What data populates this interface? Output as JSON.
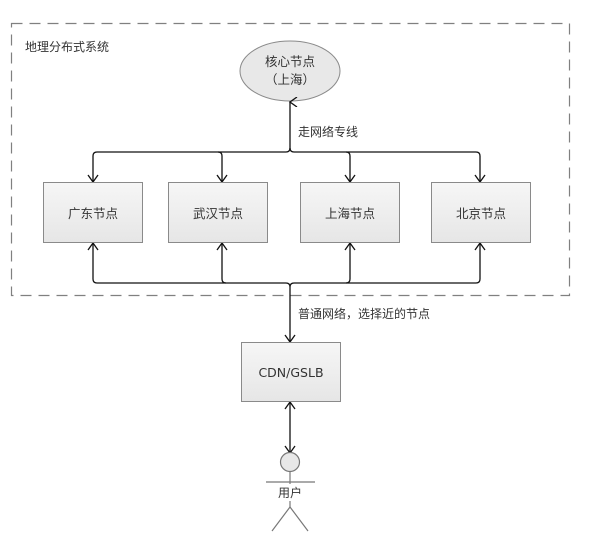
{
  "container": {
    "title": "地理分布式系统"
  },
  "core_node": {
    "line1": "核心节点",
    "line2": "（上海）"
  },
  "edges": {
    "dedicated": "走网络专线",
    "public": "普通网络，选择近的节点"
  },
  "nodes": [
    {
      "label": "广东节点"
    },
    {
      "label": "武汉节点"
    },
    {
      "label": "上海节点"
    },
    {
      "label": "北京节点"
    }
  ],
  "gateway": {
    "label": "CDN/GSLB"
  },
  "actor": {
    "label": "用户"
  },
  "colors": {
    "line": "#111111",
    "box_border": "#8a8a8a",
    "dash": "#808080",
    "fill": "#ececec"
  }
}
